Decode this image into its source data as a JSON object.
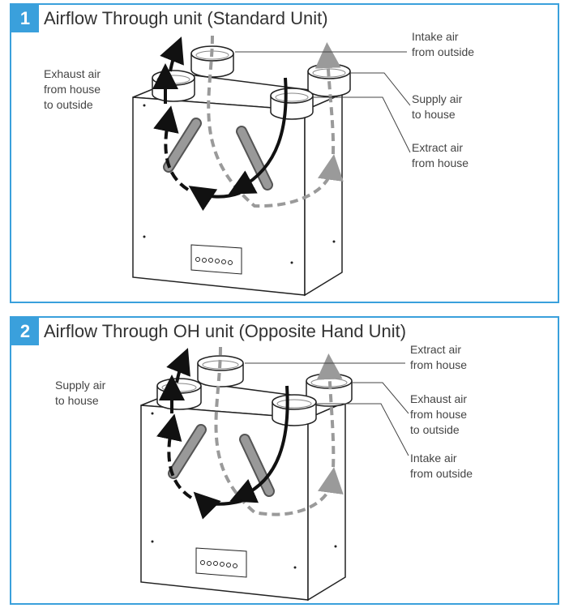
{
  "panel1": {
    "number": "1",
    "title": "Airflow Through unit (Standard Unit)",
    "labels": {
      "exhaust": [
        "Exhaust air",
        "from house",
        "to outside"
      ],
      "intake": [
        "Intake air",
        "from outside"
      ],
      "supply": [
        "Supply air",
        "to house"
      ],
      "extract": [
        "Extract air",
        "from house"
      ]
    }
  },
  "panel2": {
    "number": "2",
    "title": "Airflow Through OH unit (Opposite Hand Unit)",
    "labels": {
      "supply": [
        "Supply air",
        "to house"
      ],
      "extract": [
        "Extract air",
        "from house"
      ],
      "exhaust": [
        "Exhaust air",
        "from house",
        "to outside"
      ],
      "intake": [
        "Intake air",
        "from outside"
      ]
    }
  },
  "colors": {
    "frame": "#3aa0dc",
    "dark_arrow": "#111111",
    "grey_arrow": "#9a9a9a"
  }
}
